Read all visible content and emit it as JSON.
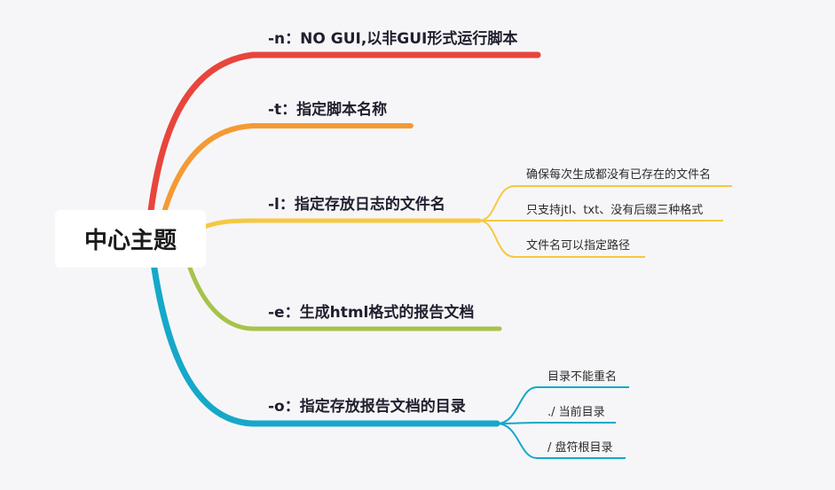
{
  "central_topic": "中心主题",
  "branches": [
    {
      "label": "-n：NO GUI,以非GUI形式运行脚本",
      "color": "#e8453c",
      "children": []
    },
    {
      "label": "-t：指定脚本名称",
      "color": "#f49a34",
      "children": []
    },
    {
      "label": "-l：指定存放日志的文件名",
      "color": "#f5c842",
      "children": [
        "确保每次生成都没有已存在的文件名",
        "只支持jtl、txt、没有后缀三种格式",
        "文件名可以指定路径"
      ]
    },
    {
      "label": "-e：生成html格式的报告文档",
      "color": "#a6c34a",
      "children": []
    },
    {
      "label": "-o：指定存放报告文档的目录",
      "color": "#16a8c9",
      "children": [
        "目录不能重名",
        "./ 当前目录",
        "/ 盘符根目录"
      ]
    }
  ]
}
